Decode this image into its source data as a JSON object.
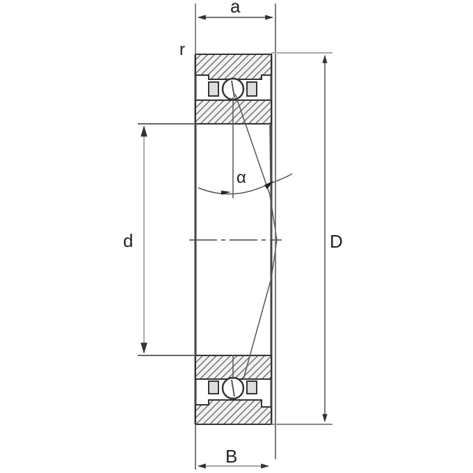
{
  "diagram": {
    "type": "angular contact ball bearing cross-section",
    "labels": {
      "a": "a",
      "r": "r",
      "d": "d",
      "D": "D",
      "B": "B",
      "alpha": "α"
    },
    "colors": {
      "line": "#333333",
      "hatch": "#555555",
      "dim": "#777777",
      "background": "#ffffff"
    }
  }
}
